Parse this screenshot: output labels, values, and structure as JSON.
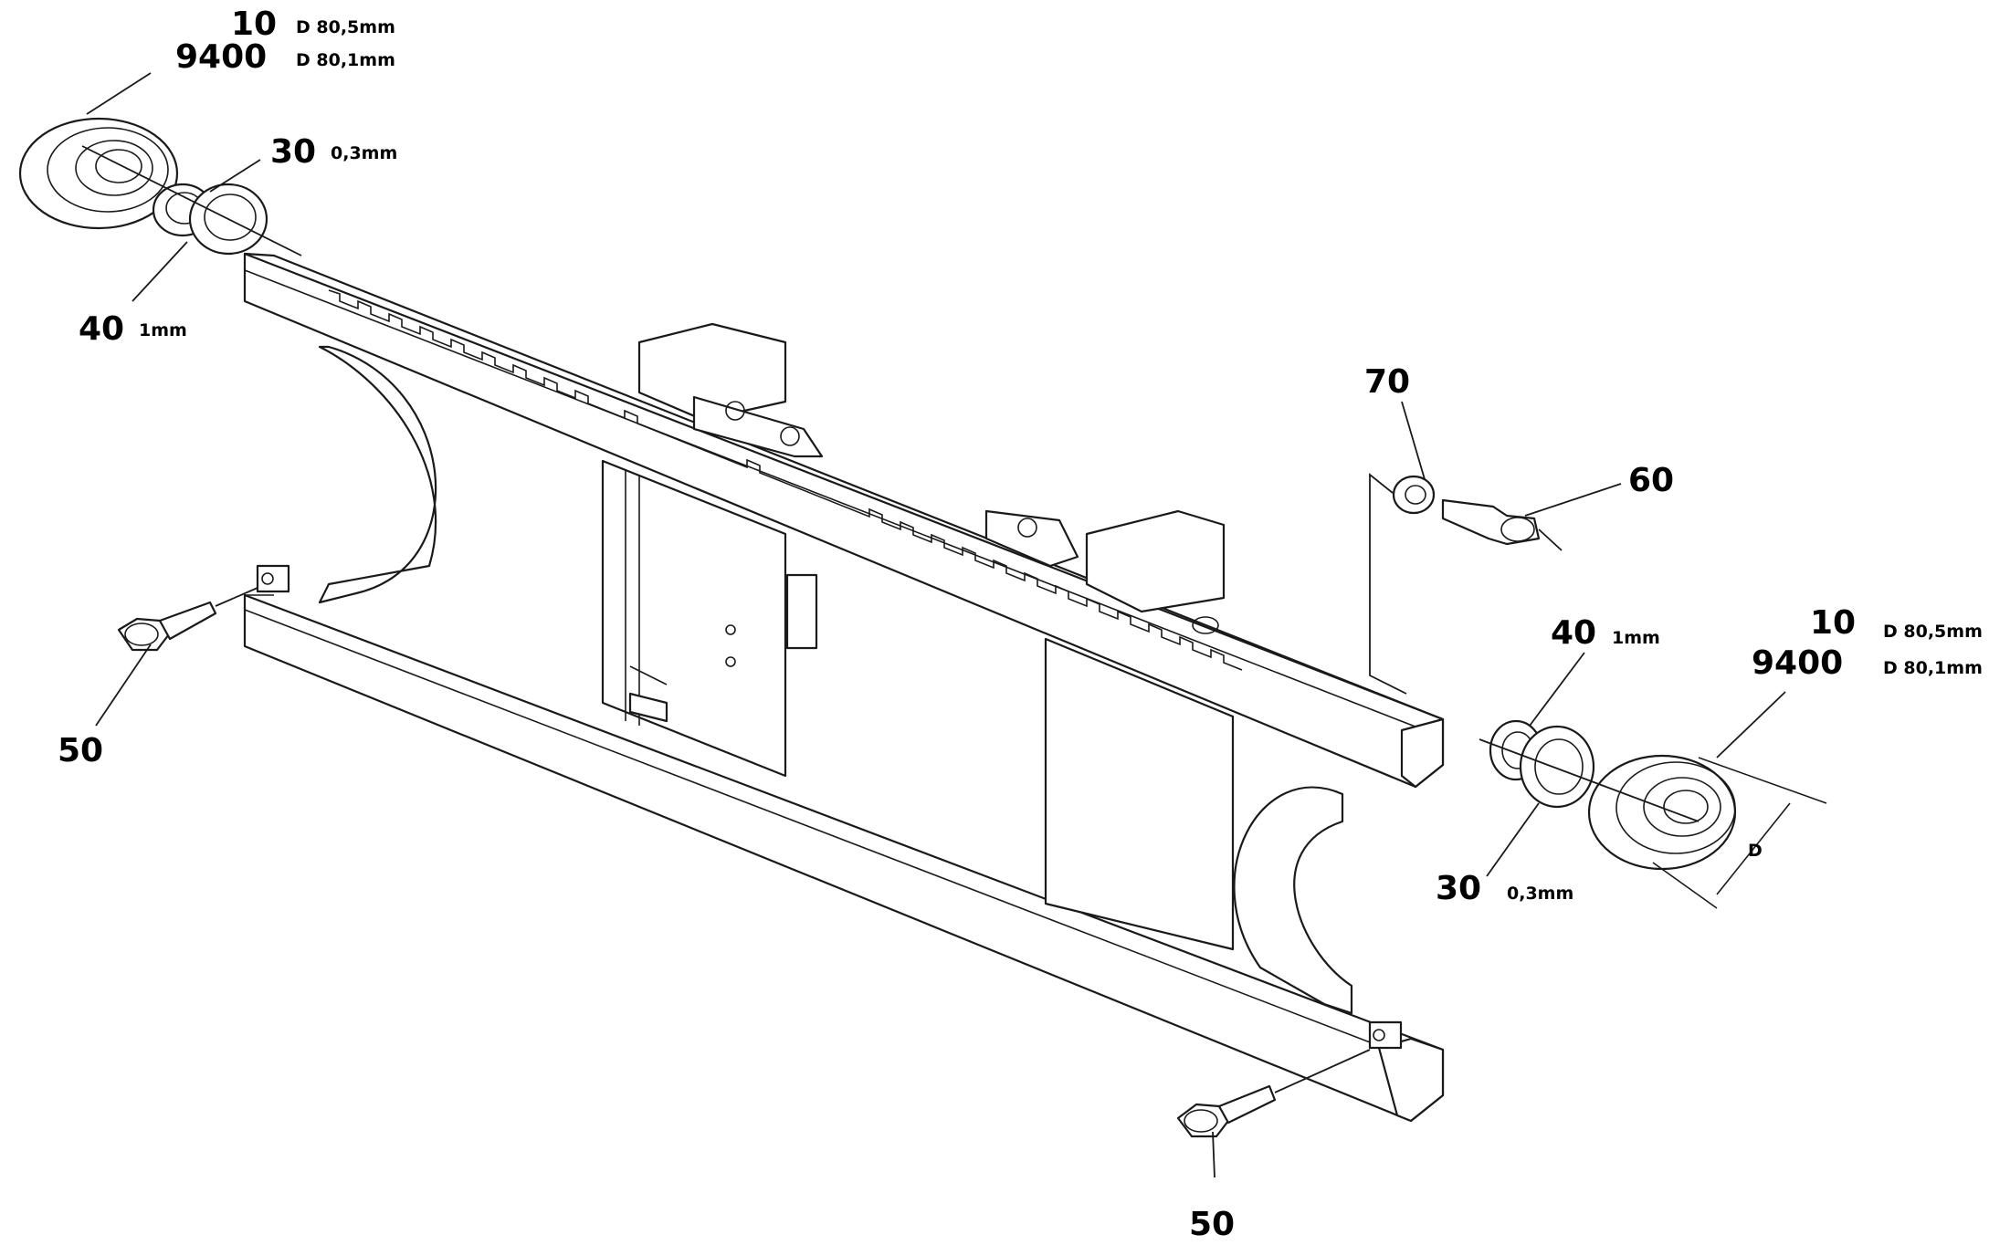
{
  "callouts": {
    "tl_10": {
      "num": "10",
      "spec": "D 80,5mm"
    },
    "tl_9400": {
      "num": "9400",
      "spec": "D 80,1mm"
    },
    "tl_30": {
      "num": "30",
      "spec": "0,3mm"
    },
    "tl_40": {
      "num": "40",
      "spec": "1mm"
    },
    "l_50": {
      "num": "50"
    },
    "b_50": {
      "num": "50"
    },
    "r_70": {
      "num": "70"
    },
    "r_60": {
      "num": "60"
    },
    "r_40": {
      "num": "40",
      "spec": "1mm"
    },
    "r_10": {
      "num": "10",
      "spec": "D 80,5mm"
    },
    "r_9400": {
      "num": "9400",
      "spec": "D 80,1mm"
    },
    "r_30": {
      "num": "30",
      "spec": "0,3mm"
    },
    "dim_d": "D"
  }
}
